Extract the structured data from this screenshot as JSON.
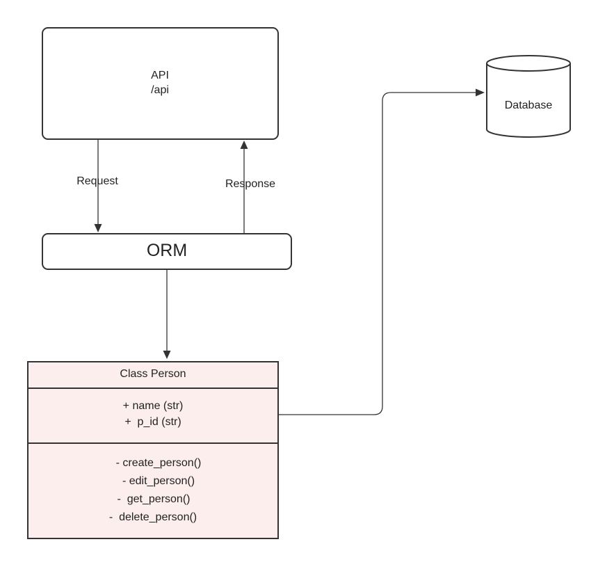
{
  "colors": {
    "node_fill": "#ffffff",
    "uml_fill": "#fdeeee",
    "stroke": "#333333",
    "text": "#222222"
  },
  "api": {
    "title": "API",
    "path": "/api"
  },
  "database": {
    "label": "Database"
  },
  "orm": {
    "label": "ORM"
  },
  "edges": {
    "request_label": "Request",
    "response_label": "Response"
  },
  "person_class": {
    "header": "Class Person",
    "attributes": [
      "+ name (str)",
      "+  p_id (str)"
    ],
    "methods": [
      "- create_person()",
      "- edit_person()",
      "-  get_person()",
      "-  delete_person()"
    ]
  }
}
